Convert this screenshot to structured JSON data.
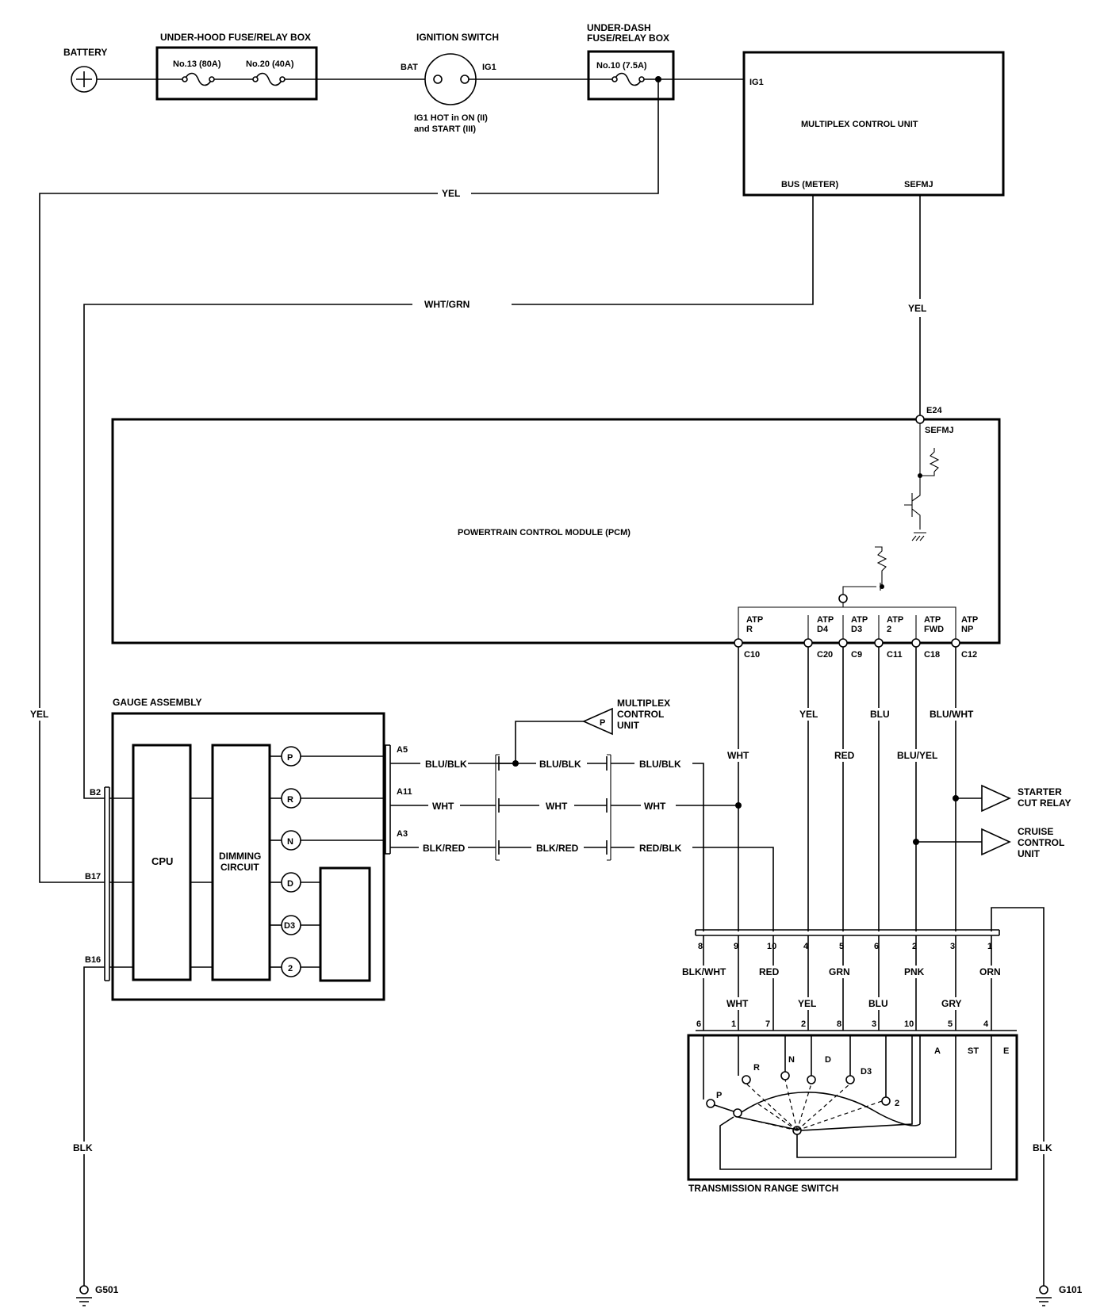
{
  "power": {
    "battery": "BATTERY",
    "underhood_box": "UNDER-HOOD FUSE/RELAY BOX",
    "fuse_13": "No.13 (80A)",
    "fuse_20": "No.20 (40A)",
    "ignition_switch": "IGNITION SWITCH",
    "bat": "BAT",
    "ig1": "IG1",
    "ig1_note_1": "IG1 HOT in ON (II)",
    "ig1_note_2": "and START (III)",
    "underdash_1": "UNDER-DASH",
    "underdash_2": "FUSE/RELAY BOX",
    "fuse_10": "No.10 (7.5A)"
  },
  "mcu": {
    "title": "MULTIPLEX CONTROL UNIT",
    "ig1": "IG1",
    "bus": "BUS (METER)",
    "sefmj": "SEFMJ"
  },
  "wires": {
    "yel": "YEL",
    "wht_grn": "WHT/GRN",
    "blu_blk": "BLU/BLK",
    "wht": "WHT",
    "blk_red": "BLK/RED",
    "red_blk": "RED/BLK",
    "red": "RED",
    "blu": "BLU",
    "blu_wht": "BLU/WHT",
    "blu_yel": "BLU/YEL",
    "blk_wht": "BLK/WHT",
    "grn": "GRN",
    "pnk": "PNK",
    "orn": "ORN",
    "gry": "GRY",
    "blk": "BLK"
  },
  "pcm": {
    "title": "POWERTRAIN CONTROL MODULE (PCM)",
    "e24": "E24",
    "sefmj": "SEFMJ",
    "inputs": [
      {
        "l1": "ATP",
        "l2": "R",
        "pin": "C10"
      },
      {
        "l1": "ATP",
        "l2": "D4",
        "pin": "C20"
      },
      {
        "l1": "ATP",
        "l2": "D3",
        "pin": "C9"
      },
      {
        "l1": "ATP",
        "l2": "2",
        "pin": "C11"
      },
      {
        "l1": "ATP",
        "l2": "FWD",
        "pin": "C18"
      },
      {
        "l1": "ATP",
        "l2": "NP",
        "pin": "C12"
      }
    ]
  },
  "gauge": {
    "title": "GAUGE ASSEMBLY",
    "cpu": "CPU",
    "dimming_1": "DIMMING",
    "dimming_2": "CIRCUIT",
    "indicators": [
      "P",
      "R",
      "N",
      "D",
      "D3",
      "2"
    ],
    "pins": {
      "b2": "B2",
      "b17": "B17",
      "b16": "B16",
      "a5": "A5",
      "a11": "A11",
      "a3": "A3"
    }
  },
  "multiplex_ref": {
    "l1": "MULTIPLEX",
    "l2": "CONTROL",
    "l3": "UNIT",
    "badge": "P"
  },
  "outputs": {
    "starter_1": "STARTER",
    "starter_2": "CUT RELAY",
    "cruise_1": "CRUISE",
    "cruise_2": "CONTROL",
    "cruise_3": "UNIT"
  },
  "connector_top": [
    "8",
    "9",
    "10",
    "4",
    "5",
    "6",
    "2",
    "3",
    "1"
  ],
  "connector_bottom": [
    "6",
    "1",
    "7",
    "2",
    "8",
    "3",
    "10",
    "5",
    "4"
  ],
  "trs": {
    "title": "TRANSMISSION RANGE SWITCH",
    "positions": [
      "P",
      "R",
      "N",
      "D",
      "D3",
      "2"
    ],
    "a": "A",
    "st": "ST",
    "e": "E"
  },
  "grounds": {
    "g501": "G501",
    "g101": "G101"
  }
}
